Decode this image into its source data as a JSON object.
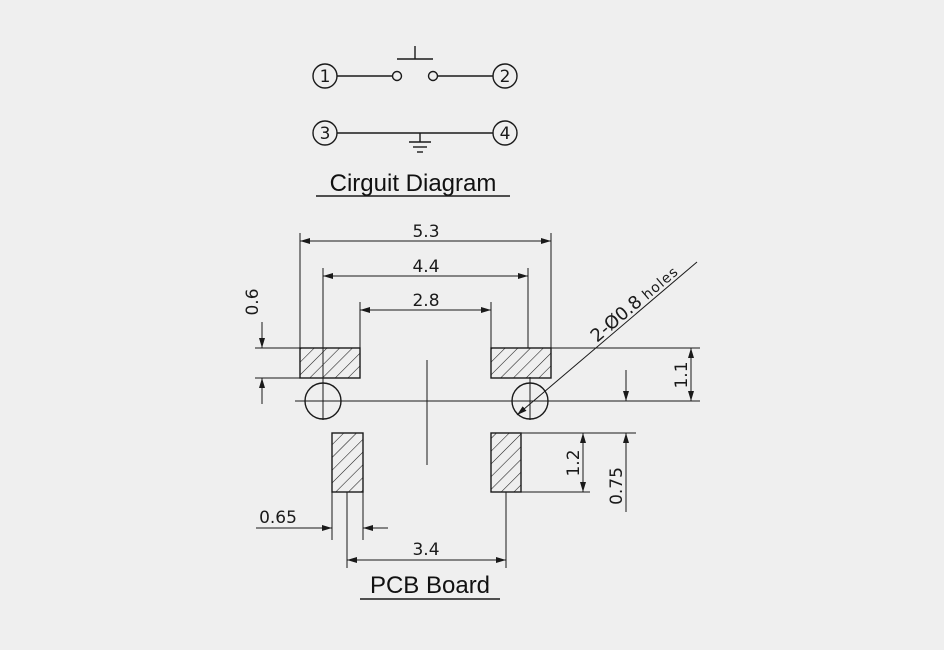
{
  "circuit": {
    "title": "Cirguit Diagram",
    "pins": [
      "1",
      "2",
      "3",
      "4"
    ]
  },
  "pcb": {
    "title": "PCB Board",
    "dimensions": {
      "overall_width": "5.3",
      "pad_span": "4.4",
      "inner_gap": "2.8",
      "pad_height": "0.6",
      "pad_to_hole": "1.1",
      "lower_pad_length": "1.2",
      "hole_to_lower_pad": "0.75",
      "lower_pad_width": "0.65",
      "lower_pad_spacing": "3.4"
    },
    "hole_callout": {
      "text": "2-Ø0.8",
      "suffix": "holes"
    }
  }
}
